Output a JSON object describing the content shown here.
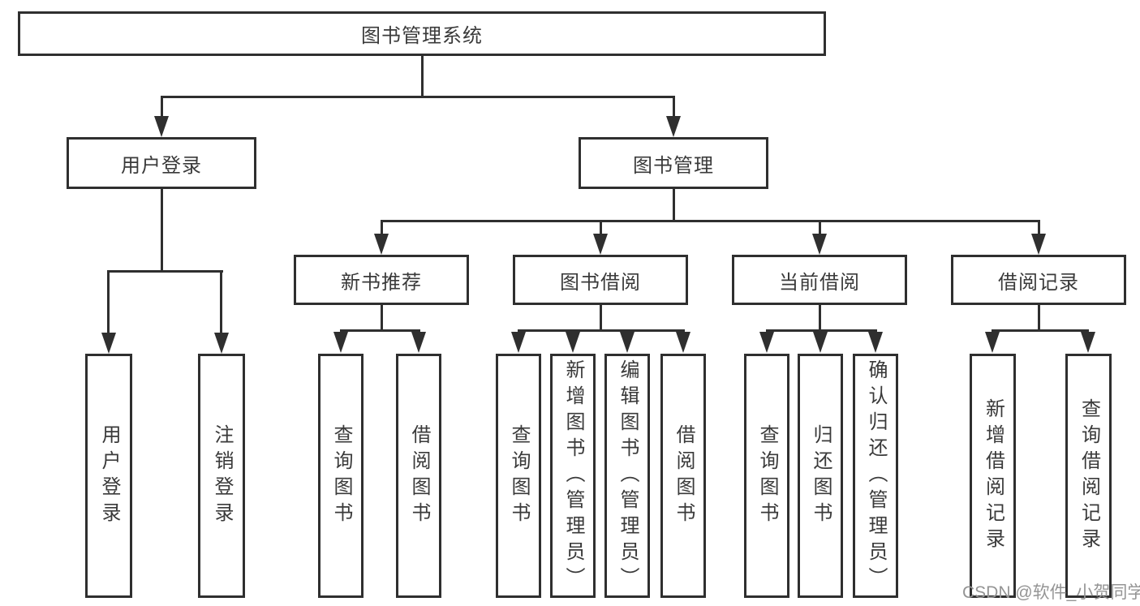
{
  "diagram": {
    "title": "图书管理系统",
    "branches": [
      {
        "label": "用户登录",
        "leaves": [
          "用户登录",
          "注销登录"
        ]
      },
      {
        "label": "图书管理",
        "sections": [
          {
            "label": "新书推荐",
            "leaves": [
              "查询图书",
              "借阅图书"
            ]
          },
          {
            "label": "图书借阅",
            "leaves": [
              "查询图书",
              "新增图书（管理员）",
              "编辑图书（管理员）",
              "借阅图书"
            ]
          },
          {
            "label": "当前借阅",
            "leaves": [
              "查询图书",
              "归还图书",
              "确认归还（管理员）"
            ]
          },
          {
            "label": "借阅记录",
            "leaves": [
              "新增借阅记录",
              "查询借阅记录"
            ]
          }
        ]
      }
    ]
  },
  "watermark": "CSDN @软件_小贺同学",
  "colors": {
    "line": "#2f2f2f",
    "text": "#3a3a3a",
    "watermark": "#949494",
    "background": "#ffffff"
  }
}
